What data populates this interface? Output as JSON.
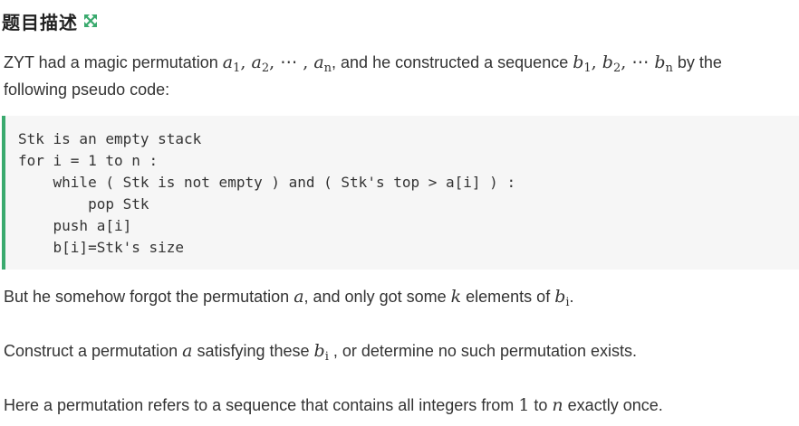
{
  "header": {
    "title": "题目描述",
    "expand_icon": "expand-arrows-icon",
    "accent_color": "#3aaa6e"
  },
  "intro": {
    "text_1": "ZYT had a magic permutation ",
    "math_a1_base": "a",
    "math_a1_sub": "1",
    "math_a2_base": "a",
    "math_a2_sub": "2",
    "math_dots": "⋯",
    "math_an_base": "a",
    "math_an_sub": "n",
    "text_2": ", and he constructed a sequence ",
    "math_b1_base": "b",
    "math_b1_sub": "1",
    "math_b2_base": "b",
    "math_b2_sub": "2",
    "math_bn_base": "b",
    "math_bn_sub": "n",
    "text_3": " by the",
    "line2": "following pseudo code:"
  },
  "code": {
    "text": "Stk is an empty stack\nfor i = 1 to n :\n    while ( Stk is not empty ) and ( Stk's top > a[i] ) :\n        pop Stk\n    push a[i]\n    b[i]=Stk's size"
  },
  "para_forgot": {
    "text_1": "But he somehow forgot the permutation ",
    "math_a": "a",
    "text_2": ", and only got some ",
    "math_k": "k",
    "text_3": " elements of ",
    "math_b": "b",
    "math_b_sub": "i",
    "text_4": "."
  },
  "para_construct": {
    "text_1": "Construct a permutation ",
    "math_a": "a",
    "text_2": " satisfying these ",
    "math_b": "b",
    "math_b_sub": "i",
    "text_3": " , or determine no such permutation exists."
  },
  "para_def": {
    "text_1": "Here a permutation refers to a sequence that contains all integers from ",
    "math_1": "1",
    "text_2": " to ",
    "math_n": "n",
    "text_3": " exactly once."
  }
}
